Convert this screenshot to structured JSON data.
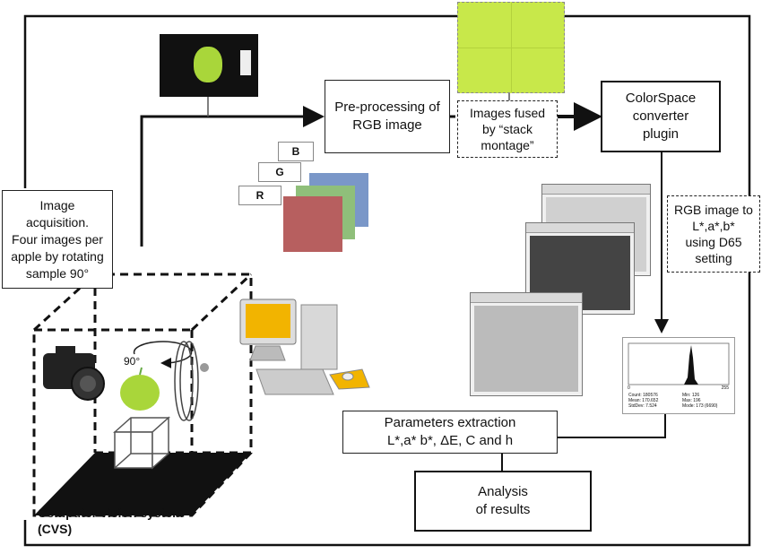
{
  "boxes": {
    "preprocessing": "Pre-processing of\nRGB image",
    "fused": "Images fused\nby “stack\nmontage”",
    "colorspace": "ColorSpace\nconverter\nplugin",
    "rgb_to_lab": "RGB image to\nL*,a*,b*\nusing D65\nsetting",
    "acquisition": "Image\nacquisition.\nFour images per\napple by rotating\nsample 90°",
    "parameters": "Parameters extraction\nL*,a* b*, ΔE, C and h",
    "analysis": "Analysis\nof results"
  },
  "labels": {
    "cvs": "Computer vision system\n(CVS)",
    "angle": "90°"
  },
  "channels": [
    "B",
    "G",
    "R"
  ],
  "histogram": {
    "axis_min": "0",
    "axis_max": "255",
    "stats_left": "Count: 180576\nMean: 170.652\nStdDev: 7.524",
    "stats_right": "Min: 126\nMax: 196\nMode: 173 (6690)"
  },
  "colors": {
    "apple": "#a9d63a",
    "fused": "#c8e84a",
    "red": "#b75f5f",
    "green": "#8fbf7a",
    "blue": "#7a97c8"
  }
}
